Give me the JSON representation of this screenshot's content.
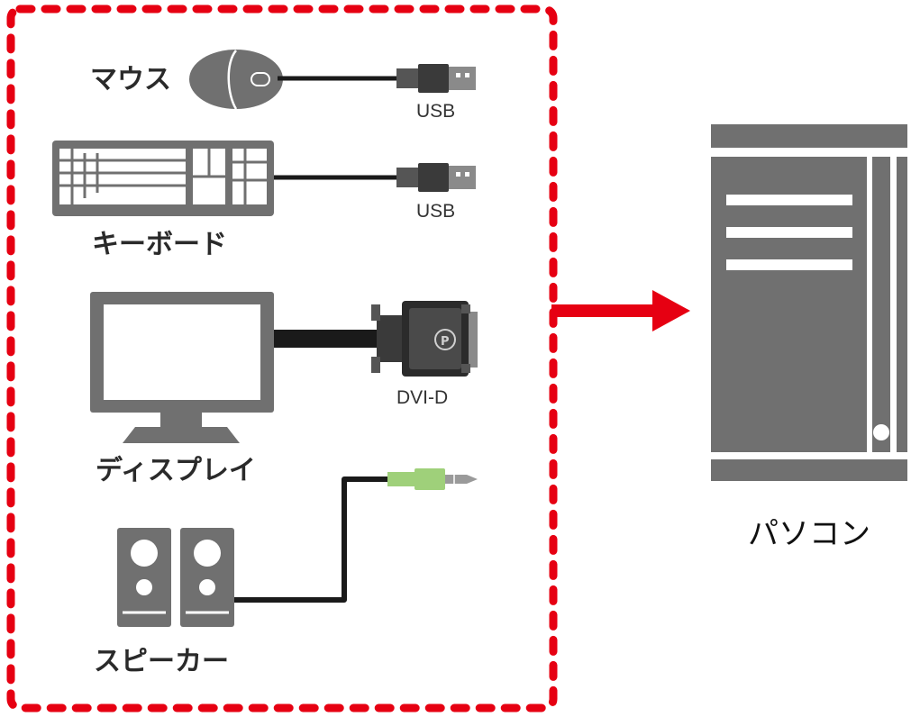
{
  "peripherals": {
    "mouse": {
      "label": "マウス",
      "port": "USB",
      "icon": "mouse-icon"
    },
    "keyboard": {
      "label": "キーボード",
      "port": "USB",
      "icon": "keyboard-icon"
    },
    "display": {
      "label": "ディスプレイ",
      "port": "DVI-D",
      "icon": "monitor-icon"
    },
    "speaker": {
      "label": "スピーカー",
      "icon": "speaker-icon"
    }
  },
  "computer": {
    "label": "パソコン",
    "icon": "pc-tower-icon"
  },
  "colors": {
    "device_gray": "#6e6e6e",
    "cable": "#1a1a1a",
    "accent_red": "#e60012",
    "audio_plug_green": "#9fd07a"
  }
}
